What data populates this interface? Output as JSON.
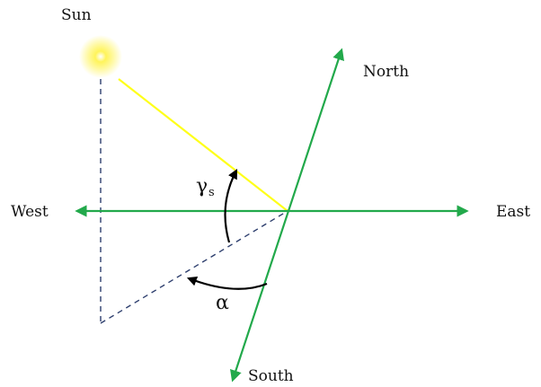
{
  "labels": {
    "sun": "Sun",
    "north": "North",
    "south": "South",
    "east": "East",
    "west": "West",
    "sun_altitude_symbol": "γ",
    "sun_altitude_subscript": "s",
    "azimuth_symbol": "α"
  },
  "colors": {
    "compass_lines": "#22a94b",
    "sun_ray": "#ffff1a",
    "projection_dashed": "#2e3f6e",
    "angle_arcs": "#000000",
    "sun_glow": "#fff45a"
  },
  "icons": {
    "sun": "sun-glow-icon"
  }
}
